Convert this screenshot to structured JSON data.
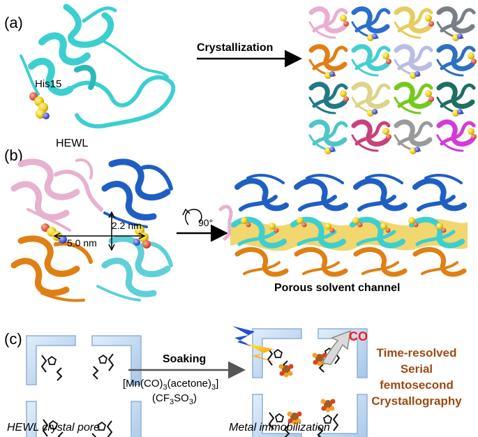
{
  "panel_a": {
    "label": "(a)",
    "residue_label": "His15",
    "protein_label": "HEWL",
    "arrow_label": "Crystallization",
    "colors": {
      "hewl": "#3ccfd0",
      "lattice": [
        "#e9aed0",
        "#2a6fcb",
        "#e7cc5f",
        "#7a7f86",
        "#e07f14",
        "#47cdd0",
        "#b9bce6",
        "#2d6fc0",
        "#1f7a86",
        "#dcd488",
        "#74c91e",
        "#1d6f62",
        "#4dc6c8",
        "#c9417a",
        "#9a9a9a",
        "#d43ad8"
      ]
    }
  },
  "panel_b": {
    "label": "(b)",
    "dist_vertical": "2.2 nm",
    "dist_horizontal": "5.0 nm",
    "rotation_label": "90°",
    "channel_label": "Porous solvent channel"
  },
  "panel_c": {
    "label": "(c)",
    "arrow_top": "Soaking",
    "reagent_line1": "[Mn(CO)",
    "reagent_sub1": "3",
    "reagent_mid": "(acetone)",
    "reagent_sub2": "3",
    "reagent_end": "]",
    "reagent_line2_a": "(CF",
    "reagent_sub3": "3",
    "reagent_line2_b": "SO",
    "reagent_sub4": "3",
    "reagent_line2_c": ")",
    "left_caption": "HEWL crystal pore",
    "right_caption": "Metal immobilization",
    "product": "CO",
    "method_lines": [
      "Time-resolved",
      "Serial",
      "femtosecond",
      "Crystallography"
    ],
    "colors": {
      "product": "#ff1a1a",
      "method": "#9c4a14",
      "pore_fill": "#c6dcf3",
      "pore_edge": "#8fb0d3"
    }
  }
}
